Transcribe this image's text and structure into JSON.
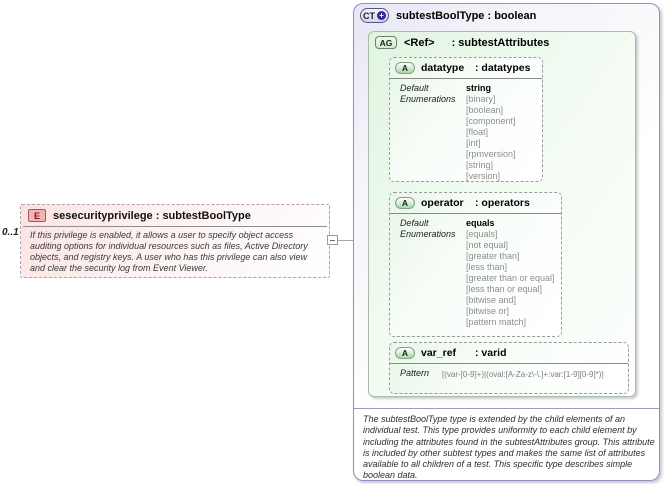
{
  "element": {
    "cardinality": "0..1",
    "badge": "E",
    "title": "sesecurityprivilege : subtestBoolType",
    "description": "If this privilege is enabled, it allows a user to specify object access auditing options for individual resources such as files, Active Directory objects, and registry keys. A user who has this privilege can also view and clear the security log from Event Viewer."
  },
  "complex_type": {
    "badge": "CT",
    "plus": "+",
    "title": "subtestBoolType : boolean",
    "attribute_group": {
      "badge": "AG",
      "ref_label": "<Ref>",
      "type_label": ": subtestAttributes",
      "attributes": [
        {
          "badge": "A",
          "name": "datatype",
          "type": ": datatypes",
          "default": "string",
          "enumerations": [
            "[binary]",
            "[boolean]",
            "[component]",
            "[float]",
            "[int]",
            "[rpmversion]",
            "[string]",
            "[version]"
          ]
        },
        {
          "badge": "A",
          "name": "operator",
          "type": ": operators",
          "default": "equals",
          "enumerations": [
            "[equals]",
            "[not equal]",
            "[greater than]",
            "[less than]",
            "[greater than or equal]",
            "[less than or equal]",
            "[bitwise and]",
            "[bitwise or]",
            "[pattern match]"
          ]
        },
        {
          "badge": "A",
          "name": "var_ref",
          "type": ": varid",
          "pattern": "[(var-[0-9]+)|(oval:[A-Za-z\\-\\.]+:var:[1-9][0-9]*)]"
        }
      ]
    },
    "documentation": "The subtestBoolType type is extended by the child elements of an individual test.  This type provides uniformity to each child element by including the attributes found in the subtestAttributes group.  This attribute is included by other subtest types and makes the same list of attributes available to all children of a test.  This specific type describes simple boolean data."
  },
  "labels": {
    "default": "Default",
    "enumerations": "Enumerations",
    "pattern": "Pattern"
  },
  "colors": {
    "element_accent": "#f6b3b3",
    "complextype_border": "#8f8fc2",
    "group_green": "#e1f4e1",
    "plus_circle": "#2b2b91"
  }
}
